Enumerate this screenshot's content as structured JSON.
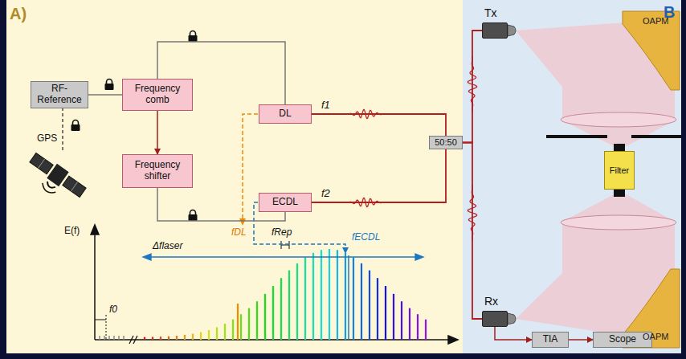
{
  "diagram": {
    "nodes": [
      {
        "text": [
          "RF- Reference"
        ]
      },
      {
        "text": [
          "Frequency comb"
        ]
      },
      {
        "text": [
          "DL"
        ]
      },
      {
        "text": [
          "Frequency shifter"
        ]
      },
      {
        "text": [
          "ECDL"
        ]
      },
      {
        "text": [
          "50:50"
        ]
      },
      {
        "text": [
          "Tx"
        ]
      },
      {
        "text": [
          "Filter"
        ]
      },
      {
        "text": [
          "Rx"
        ]
      },
      {
        "text": [
          "TIA"
        ]
      },
      {
        "text": [
          "Scope"
        ]
      }
    ],
    "edges": [
      {
        "from": 0,
        "to": 1,
        "arrow": "none"
      },
      {
        "from": 1,
        "to": 2,
        "arrow": "none"
      },
      {
        "from": 1,
        "to": 3,
        "arrow": "to"
      },
      {
        "from": 3,
        "to": 4,
        "arrow": "none"
      },
      {
        "from": 2,
        "to": 5,
        "label": "f1",
        "arrow": "none"
      },
      {
        "from": 4,
        "to": 5,
        "label": "f2",
        "arrow": "none"
      },
      {
        "from": 5,
        "to": 6,
        "arrow": "none"
      },
      {
        "from": 5,
        "to": 8,
        "arrow": "none"
      },
      {
        "from": 8,
        "to": 9,
        "arrow": "to"
      },
      {
        "from": 9,
        "to": 10,
        "arrow": "to"
      }
    ],
    "labels": [
      "A)",
      "GPS",
      "E(f)",
      "f0",
      "Δflaser",
      "fDL",
      "fRep",
      "fECDL",
      "B",
      "OAPM",
      "OAPM"
    ]
  }
}
